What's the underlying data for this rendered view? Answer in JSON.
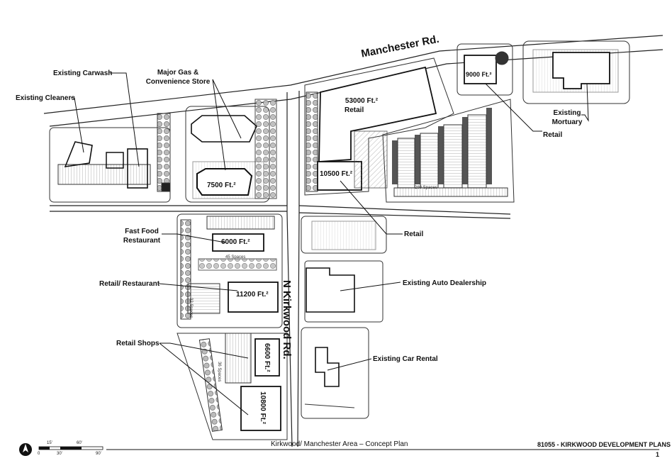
{
  "title_block": {
    "caption": "Kirkwood/ Manchester Area – Concept Plan",
    "project": "81055 - KIRKWOOD DEVELOPMENT PLANS",
    "sheet": "1"
  },
  "roads": {
    "manchester": "Manchester Rd.",
    "kirkwood": "N Kirkwood Rd."
  },
  "labels": {
    "existing_carwash": "Existing Carwash",
    "existing_cleaners": "Existing Cleaners",
    "gas_store_line1": "Major Gas &",
    "gas_store_line2": "Convenience Store",
    "retail_53000_area": "53000 Ft.²",
    "retail_53000_use": "Retail",
    "existing_mortuary_line1": "Existing",
    "existing_mortuary_line2": "Mortuary",
    "retail_east": "Retail",
    "retail_mid": "Retail",
    "fast_food_line1": "Fast Food",
    "fast_food_line2": "Restaurant",
    "retail_restaurant": "Retail/ Restaurant",
    "existing_auto_dealership": "Existing Auto Dealership",
    "retail_shops": "Retail Shops",
    "existing_car_rental": "Existing Car Rental"
  },
  "buildings": {
    "gas": "7500 Ft.²",
    "b9000": "9000 Ft.²",
    "b10500": "10500 Ft.²",
    "b6000": "6000 Ft.²",
    "b11200": "11200 Ft.²",
    "b6600": "6600 Ft.²",
    "b10800": "10800 Ft.²"
  },
  "parking": {
    "p260": "260 Spaces",
    "p45": "45 Spaces",
    "p32": "32 Spaces",
    "p36": "36 Spaces"
  },
  "scale_bar": {
    "t15": "15'",
    "t60": "60'",
    "t0": "0",
    "t30": "30'",
    "t90": "90'"
  }
}
